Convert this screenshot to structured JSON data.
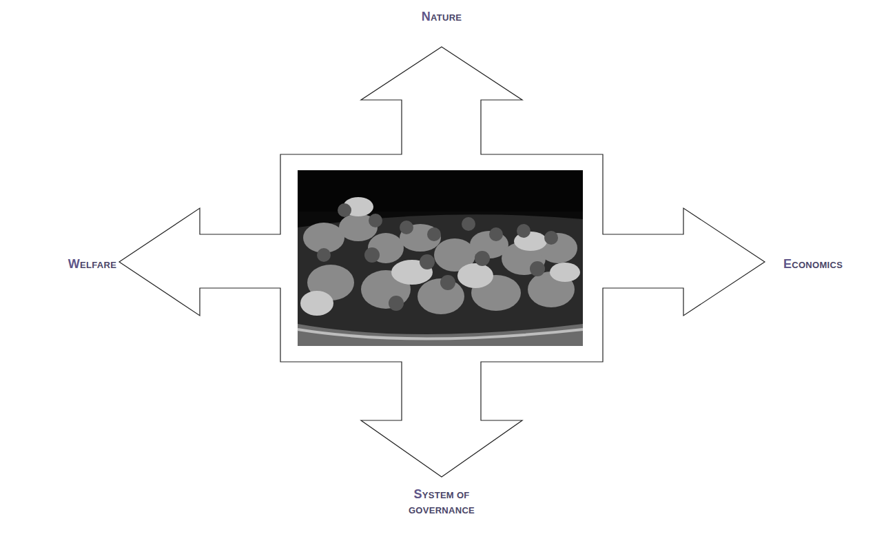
{
  "diagram": {
    "labels": [
      "NATURE",
      "WELFARE",
      "ECONOMICS",
      "SYSTEM OF GOVERNANCE"
    ]
  }
}
